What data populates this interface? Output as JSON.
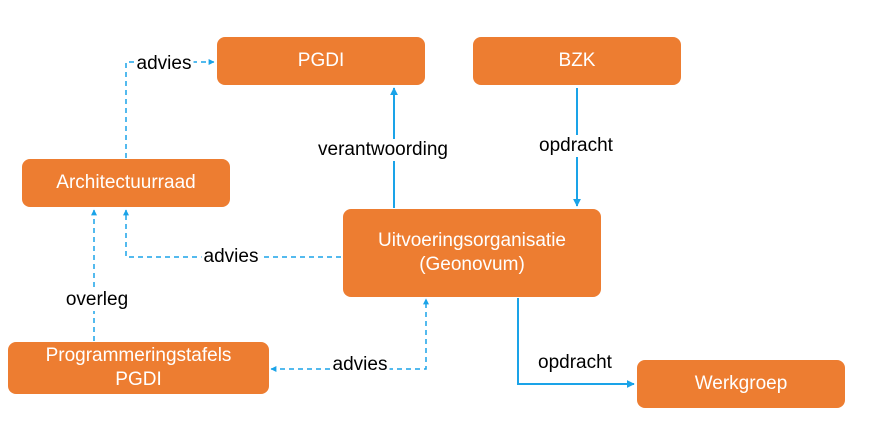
{
  "colors": {
    "box_fill": "#ED7D31",
    "box_text": "#FFFFFF",
    "connector": "#1AA3E8",
    "label_text": "#000000"
  },
  "nodes": {
    "pgdi": "PGDI",
    "bzk": "BZK",
    "architectuurraad": "Architectuurraad",
    "uitvoeringsorganisatie": "Uitvoeringsorganisatie\n(Geonovum)",
    "programmeringstafels": "Programmeringstafels\nPGDI",
    "werkgroep": "Werkgroep"
  },
  "edges": {
    "arch_to_pgdi": "advies",
    "uo_to_pgdi": "verantwoording",
    "bzk_to_uo": "opdracht",
    "uo_to_arch": "advies",
    "prog_to_arch": "overleg",
    "uo_to_prog": "advies",
    "uo_to_werkgroep": "opdracht"
  }
}
